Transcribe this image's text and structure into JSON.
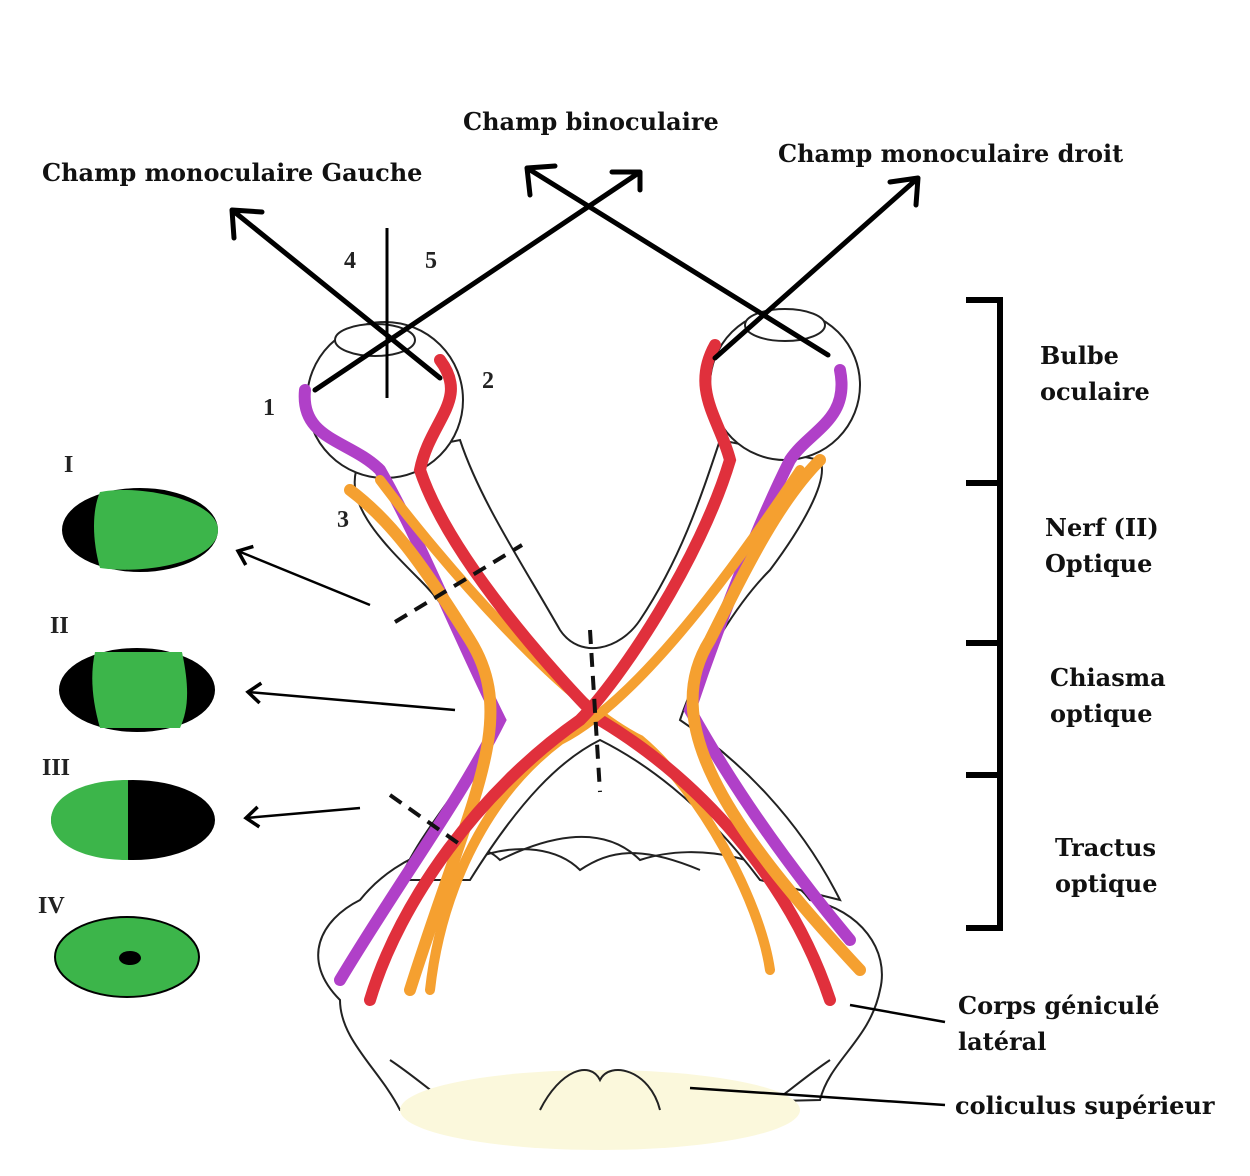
{
  "field_labels": {
    "left_monocular": "Champ monoculaire Gauche",
    "binocular": "Champ binoculaire",
    "right_monocular": "Champ monoculaire droit"
  },
  "numbers": [
    "1",
    "2",
    "3",
    "4",
    "5"
  ],
  "structures": {
    "eyeball": "Bulbe oculaire",
    "optic_nerve": "Nerf (II) Optique",
    "chiasm": "Chiasma optique",
    "tract": "Tractus optique",
    "lgn": "Corps géniculé latéral",
    "colliculus": "coliculus supérieur"
  },
  "structure_lines": {
    "eyeball": [
      "Bulbe",
      "oculaire"
    ],
    "optic_nerve": [
      "Nerf (II)",
      "Optique"
    ],
    "chiasm": [
      "Chiasma",
      "optique"
    ],
    "tract": [
      "Tractus",
      "optique"
    ],
    "lgn": [
      "Corps géniculé",
      "latéral"
    ]
  },
  "lesions": [
    "I",
    "II",
    "III",
    "IV"
  ],
  "colors": {
    "field": "#3cb54a",
    "blind": "#000000",
    "nasal": "#e0303c",
    "temporal": "#b040c8",
    "macular": "#f5a030"
  }
}
